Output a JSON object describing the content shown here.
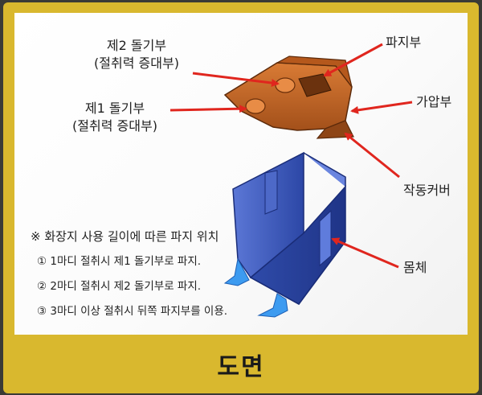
{
  "labels": {
    "protrusion2_title": "제2 돌기부",
    "protrusion2_sub": "(절취력 증대부)",
    "protrusion1_title": "제1 돌기부",
    "protrusion1_sub": "(절취력 증대부)",
    "grip": "파지부",
    "press": "가압부",
    "cover": "작동커버",
    "body": "몸체"
  },
  "notes": {
    "heading": "※ 화장지 사용 길이에 따른 파지 위치",
    "items": [
      "① 1마디 절취시 제1 돌기부로 파지.",
      "② 2마디 절취시 제2 돌기부로 파지.",
      "③ 3마디 이상 절취시 뒤쪽 파지부를 이용."
    ]
  },
  "caption": "도면",
  "colors": {
    "frame": "#d9b82e",
    "arrow": "#e0261e",
    "cover": "#c8641f",
    "body": "#3a57b8"
  }
}
